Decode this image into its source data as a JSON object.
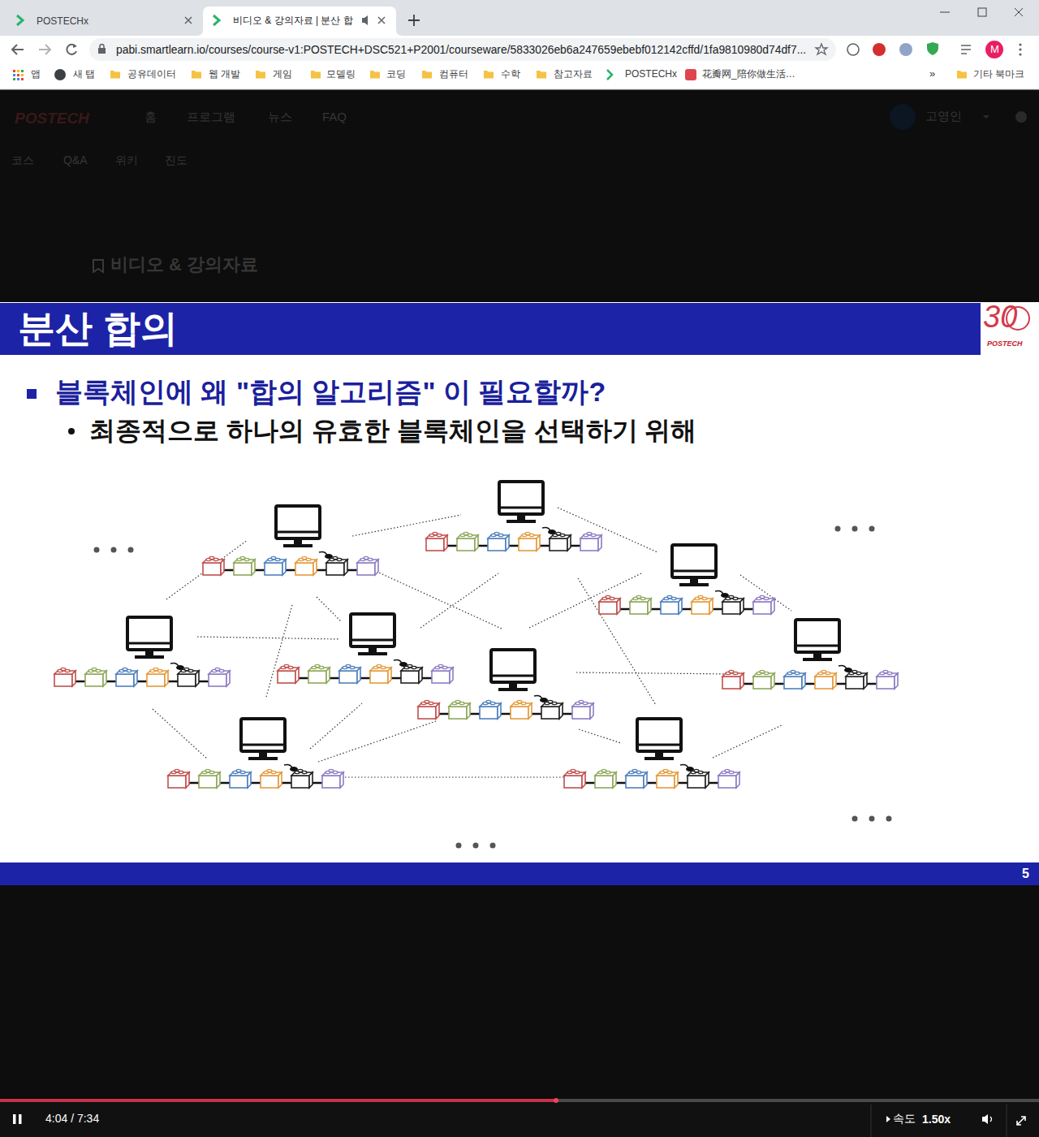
{
  "diagram": {
    "title": "분산 합의",
    "nodes": [
      {
        "text": [
          "POSTECHx"
        ]
      },
      {
        "text": [
          "비디오 & 강의자료 | 분산 합"
        ]
      },
      {
        "text": [
          "pabi.smartlearn.io/courses/course-v1:POSTECH+DSC521+P2001/courseware/5833026eb6a247659ebebf012142cffd/1fa9810980d74df7..."
        ]
      },
      {
        "text": [
          "속도",
          "1.50x"
        ]
      }
    ],
    "labels": [
      "앱",
      "새 탭",
      "공유데이터",
      "웹 개발",
      "게임",
      "모델링",
      "코딩",
      "컴퓨터",
      "수학",
      "참고자료",
      "POSTECHx",
      "花瓣网_陪你做生活…",
      "»",
      "기타 북마크",
      "M",
      "POSTECH",
      "홈",
      "프로그램",
      "뉴스",
      "FAQ",
      "고영인",
      "코스",
      "Q&A",
      "위키",
      "진도",
      "비디오 & 강의자료",
      "블록체인에 왜 \"합의 알고리즘\" 이 필요할까?",
      "최종적으로 하나의 유효한 블록체인을 선택하기 위해",
      "30",
      "POSTECH",
      "5",
      "4:04 / 7:34"
    ]
  }
}
